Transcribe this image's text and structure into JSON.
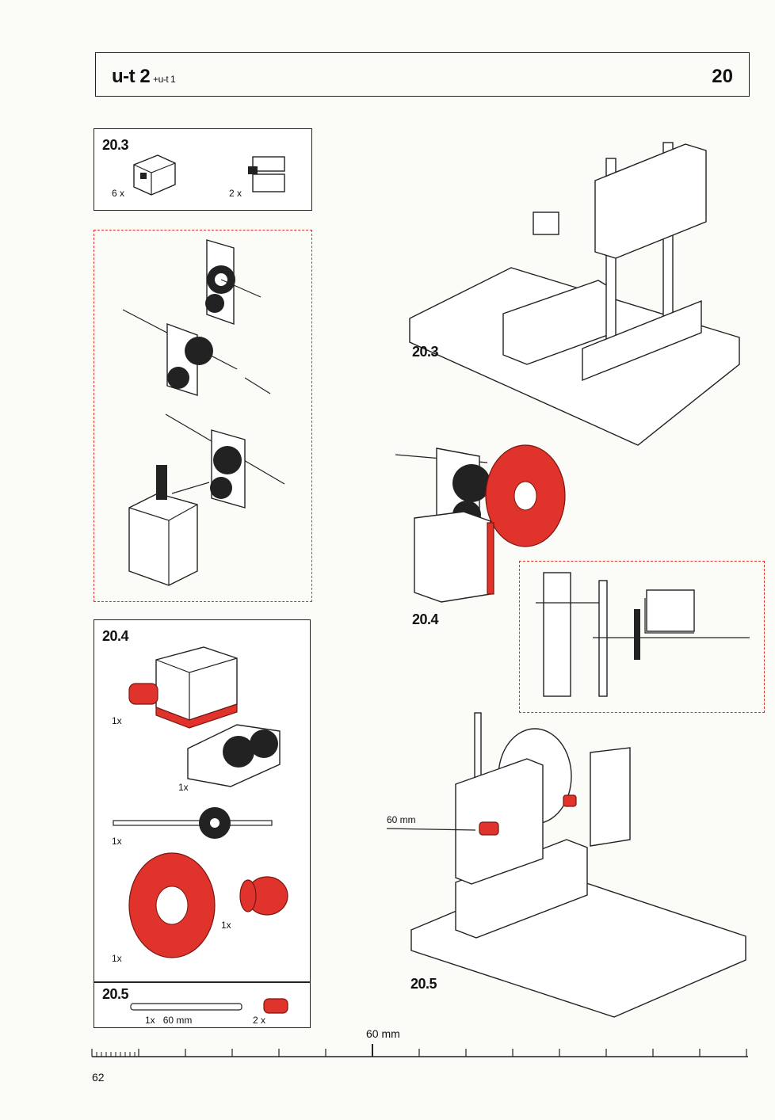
{
  "header": {
    "set_name": "u-t 2",
    "set_addon": "+u-t 1",
    "page_number": "20"
  },
  "steps": {
    "s20_3": {
      "label": "20.3",
      "parts": [
        {
          "qty": "6 x",
          "icon": "building-block-icon"
        },
        {
          "qty": "2 x",
          "icon": "block-pair-icon"
        }
      ]
    },
    "s20_4": {
      "label": "20.4",
      "parts": [
        {
          "qty": "1x",
          "icon": "motor-with-worm-icon"
        },
        {
          "qty": "1x",
          "icon": "gearbox-icon"
        },
        {
          "qty": "1x",
          "icon": "axle-with-gear-icon"
        },
        {
          "qty": "1x",
          "icon": "red-disc-wheel-icon"
        },
        {
          "qty": "1x",
          "icon": "red-hub-icon"
        }
      ]
    },
    "s20_5": {
      "label": "20.5",
      "parts": [
        {
          "qty": "1x",
          "detail": "60 mm",
          "icon": "axle-rod-icon"
        },
        {
          "qty": "2 x",
          "icon": "red-sleeve-icon"
        }
      ]
    }
  },
  "illustration_labels": {
    "a": "20.3",
    "b": "20.4",
    "c": "20.5",
    "callout": "60 mm"
  },
  "ruler": {
    "label": "60 mm"
  },
  "footer": {
    "page": "62"
  }
}
